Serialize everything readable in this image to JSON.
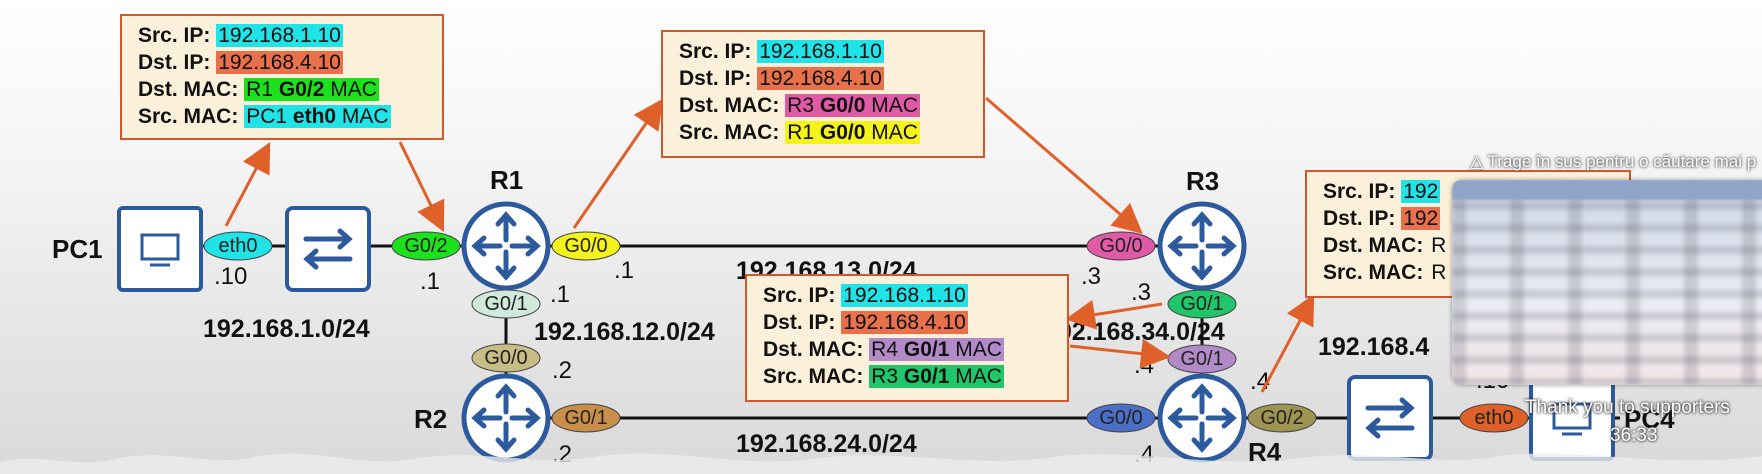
{
  "devices": {
    "pc1": "PC1",
    "r1": "R1",
    "r2": "R2",
    "r3": "R3",
    "r4": "R4",
    "pc4": "PC4"
  },
  "interfaces": {
    "pc1_eth0": "eth0",
    "r1_g02": "G0/2",
    "r1_g00": "G0/0",
    "r1_g01": "G0/1",
    "r2_g00": "G0/0",
    "r2_g01": "G0/1",
    "r3_g00": "G0/0",
    "r3_g01": "G0/1",
    "r4_g01": "G0/1",
    "r4_g00": "G0/0",
    "r4_g02": "G0/2",
    "pc4_eth0": "eth0"
  },
  "addresses": {
    "pc1": ".10",
    "r1_g02": ".1",
    "r1_g00": ".1",
    "r1_g01": ".1",
    "r2_g00": ".2",
    "r2_g01": ".2",
    "r3_g00": ".3",
    "r3_g01": ".3",
    "r4_g01": ".4",
    "r4_g02": ".4",
    "r4_g00": ".4",
    "pc4": ".10"
  },
  "subnets": {
    "lan1": "192.168.1.0/24",
    "r1r2": "192.168.12.0/24",
    "r1r3": "192.168.13.0/24",
    "r3r4": "192.168.34.0/24",
    "r2r4": "192.168.24.0/24",
    "lan4": "192.168.4"
  },
  "headers": {
    "h1": {
      "src_ip_key": "Src. IP:",
      "src_ip": "192.168.1.10",
      "dst_ip_key": "Dst. IP:",
      "dst_ip": "192.168.4.10",
      "dst_mac_key": "Dst. MAC:",
      "dst_mac_pre": "R1 ",
      "dst_mac_bold": "G0/2",
      "dst_mac_post": " MAC",
      "src_mac_key": "Src. MAC:",
      "src_mac_pre": "PC1 ",
      "src_mac_bold": "eth0",
      "src_mac_post": " MAC"
    },
    "h2": {
      "src_ip_key": "Src. IP:",
      "src_ip": "192.168.1.10",
      "dst_ip_key": "Dst. IP:",
      "dst_ip": "192.168.4.10",
      "dst_mac_key": "Dst. MAC:",
      "dst_mac_pre": "R3 ",
      "dst_mac_bold": "G0/0",
      "dst_mac_post": " MAC",
      "src_mac_key": "Src. MAC:",
      "src_mac_pre": "R1 ",
      "src_mac_bold": "G0/0",
      "src_mac_post": " MAC"
    },
    "h3": {
      "src_ip_key": "Src. IP:",
      "src_ip": "192.168.1.10",
      "dst_ip_key": "Dst. IP:",
      "dst_ip": "192.168.4.10",
      "dst_mac_key": "Dst. MAC:",
      "dst_mac_pre": "R4 ",
      "dst_mac_bold": "G0/1",
      "dst_mac_post": " MAC",
      "src_mac_key": "Src. MAC:",
      "src_mac_pre": "R3 ",
      "src_mac_bold": "G0/1",
      "src_mac_post": " MAC"
    },
    "h4": {
      "src_ip_key": "Src. IP:",
      "src_ip": "192",
      "dst_ip_key": "Dst. IP:",
      "dst_ip": "192",
      "dst_mac_key": "Dst. MAC:",
      "dst_mac": "R",
      "src_mac_key": "Src. MAC:",
      "src_mac": "R"
    }
  },
  "colors": {
    "cyan": "#1fe3e6",
    "salmon": "#e8704a",
    "green": "#1ee11e",
    "pink": "#e05aa5",
    "yellow": "#f4f31c",
    "purple": "#b28ac8",
    "sea": "#20c66a",
    "tan": "#c8bd85",
    "mint": "#cfe9dc",
    "brown": "#c98e4a",
    "blue": "#4b6fc6",
    "olive": "#9c9450",
    "orange": "#e0602a",
    "device": "#2c5a9c"
  },
  "overlay": {
    "hint": "△ Trage în sus pentru o căutare mai p",
    "thanks": "Thank you to supporters",
    "time": "36:33"
  }
}
